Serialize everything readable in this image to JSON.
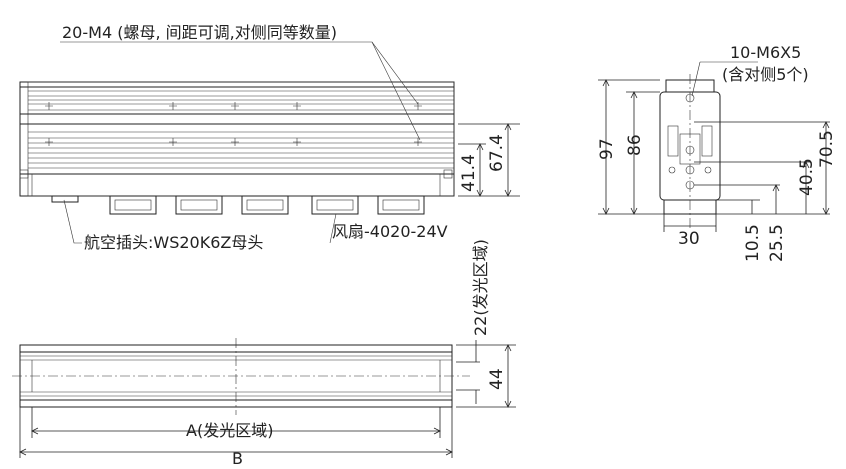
{
  "annotations": {
    "m4_note": "20-M4 (螺母, 间距可调,对侧同等数量)",
    "m6_note": "10-M6X5",
    "m6_sub": "(含对侧5个)",
    "connector": "航空插头:WS20K6Z母头",
    "fan": "风扇-4020-24V",
    "light_zone_22": "22(发光区域)",
    "dim_a": "A(发光区域)",
    "dim_b": "B"
  },
  "dimensions": {
    "h_41_4": "41.4",
    "h_67_4": "67.4",
    "h_97": "97",
    "h_86": "86",
    "h_70_5": "70.5",
    "h_40_5": "40.5",
    "h_10_5": "10.5",
    "h_25_5": "25.5",
    "w_30": "30",
    "h_44": "44"
  }
}
